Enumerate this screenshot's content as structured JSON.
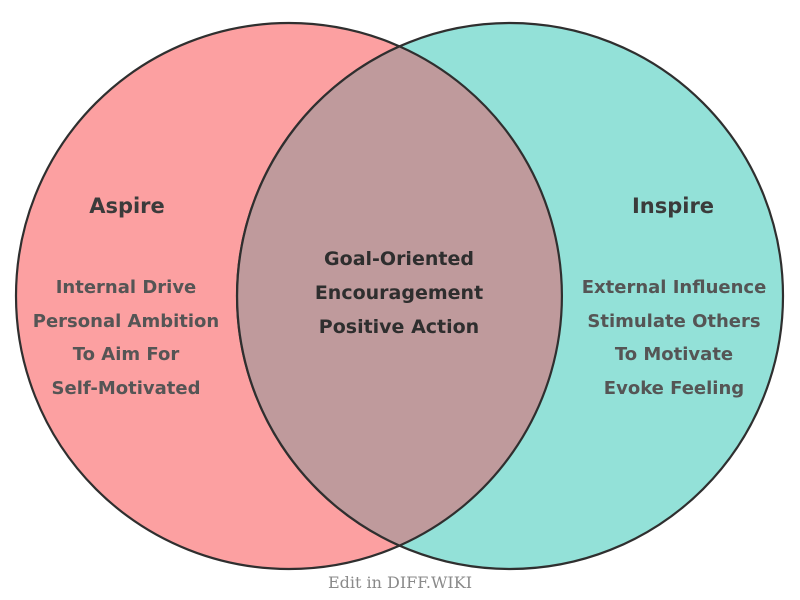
{
  "diagram": {
    "type": "venn",
    "left_set": {
      "title": "Aspire",
      "items": [
        "Internal Drive",
        "Personal Ambition",
        "To Aim For",
        "Self-Motivated"
      ],
      "fill_color": "#FCA0A1"
    },
    "right_set": {
      "title": "Inspire",
      "items": [
        "External Influence",
        "Stimulate Others",
        "To Motivate",
        "Evoke Feeling"
      ],
      "fill_color": "#93E1D8"
    },
    "overlap": {
      "items": [
        "Goal-Oriented",
        "Encouragement",
        "Positive Action"
      ],
      "fill_color": "#BF9A9C"
    },
    "outline_color": "#2f2f2f",
    "title_color": "#3b3b3b",
    "item_color": "#555555",
    "overlap_text_color": "#2e2e2e"
  },
  "footer": {
    "caption": "Edit in DIFF.WIKI",
    "color": "#8a8a8a"
  }
}
